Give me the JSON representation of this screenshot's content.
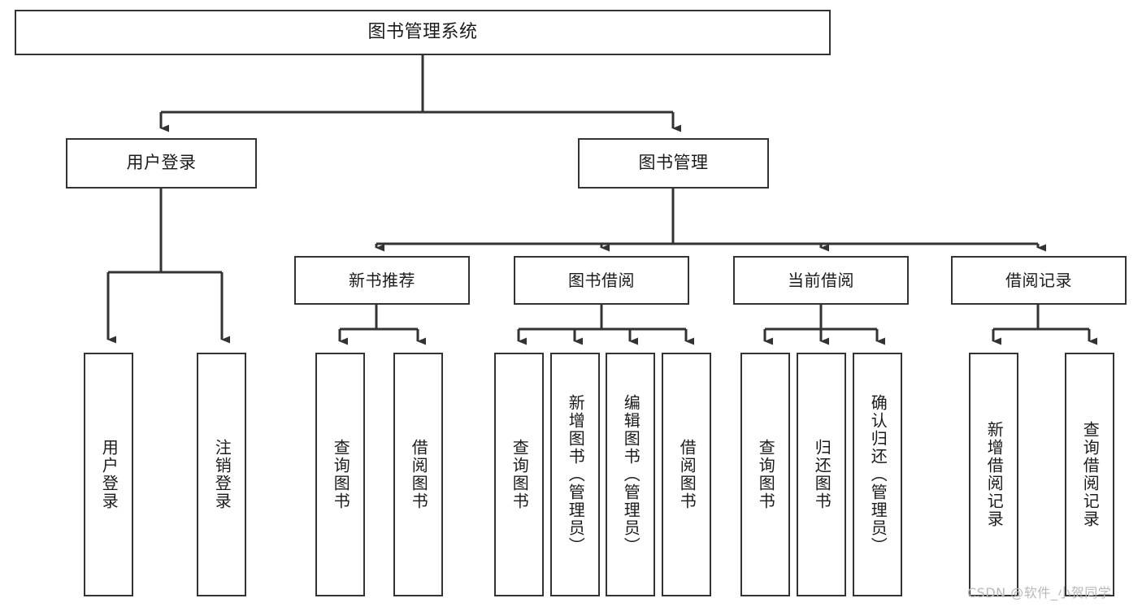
{
  "diagram": {
    "type": "tree-hierarchy",
    "title": "图书管理系统",
    "watermark": "CSDN @软件_小贺同学",
    "colors": {
      "box_border": "#333333",
      "box_fill": "#ffffff",
      "connector": "#333333",
      "text": "#1b1b1b",
      "watermark": "#b9b9b9",
      "background": "#ffffff"
    },
    "levels": {
      "root": {
        "label": "图书管理系统"
      },
      "level2": [
        {
          "label": "用户登录"
        },
        {
          "label": "图书管理"
        }
      ],
      "level3": [
        {
          "label": "新书推荐"
        },
        {
          "label": "图书借阅"
        },
        {
          "label": "当前借阅"
        },
        {
          "label": "借阅记录"
        }
      ]
    },
    "nodes": {
      "root": "图书管理系统",
      "user_login": "用户登录",
      "book_manage": "图书管理",
      "new_book_rec": "新书推荐",
      "book_borrow": "图书借阅",
      "current_borrow": "当前借阅",
      "borrow_record": "借阅记录"
    },
    "leaves": {
      "user_login": [
        {
          "label": "用户登录"
        },
        {
          "label": "注销登录"
        }
      ],
      "new_book_rec": [
        {
          "label": "查询图书"
        },
        {
          "label": "借阅图书"
        }
      ],
      "book_borrow": [
        {
          "label": "查询图书"
        },
        {
          "label": "新增图书（管理员）"
        },
        {
          "label": "编辑图书（管理员）"
        },
        {
          "label": "借阅图书"
        }
      ],
      "current_borrow": [
        {
          "label": "查询图书"
        },
        {
          "label": "归还图书"
        },
        {
          "label": "确认归还（管理员）"
        }
      ],
      "borrow_record": [
        {
          "label": "新增借阅记录"
        },
        {
          "label": "查询借阅记录"
        }
      ]
    }
  }
}
